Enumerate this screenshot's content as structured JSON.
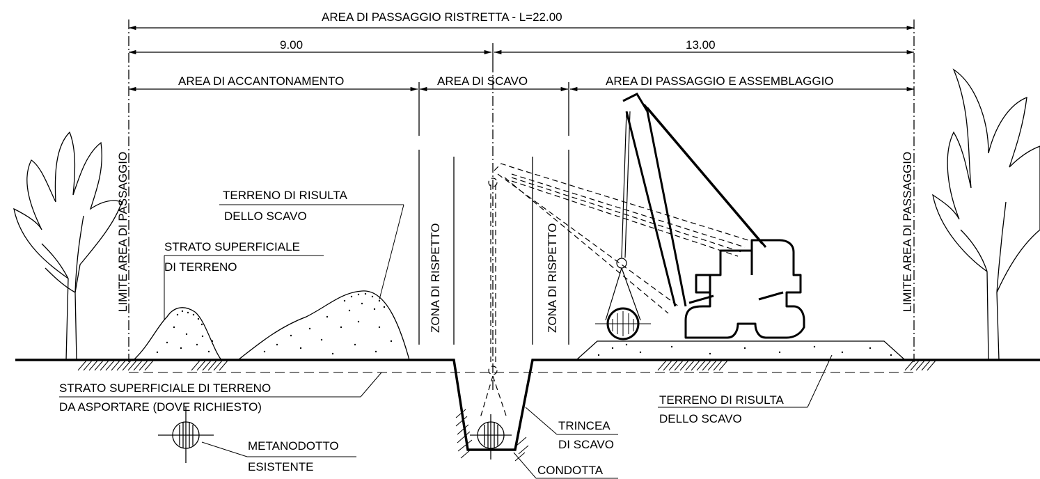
{
  "dimensions": {
    "total": "AREA DI PASSAGGIO RISTRETTA - L=22.00",
    "left": "9.00",
    "right": "13.00"
  },
  "areas": {
    "accantonamento": "AREA DI ACCANTONAMENTO",
    "scavo": "AREA DI SCAVO",
    "passaggio": "AREA DI PASSAGGIO E ASSEMBLAGGIO"
  },
  "limits": {
    "left": "LIMITE AREA DI PASSAGGIO",
    "right": "LIMITE AREA DI PASSAGGIO"
  },
  "zones": {
    "left": "ZONA DI RISPETTO",
    "right": "ZONA DI RISPETTO"
  },
  "callouts": {
    "terreno_risulta_1": "TERRENO DI RISULTA",
    "terreno_risulta_2": "DELLO SCAVO",
    "strato_1": "STRATO SUPERFICIALE",
    "strato_2": "DI TERRENO",
    "asporto_1": "STRATO SUPERFICIALE DI TERRENO",
    "asporto_2": "DA ASPORTARE (DOVE RICHIESTO)",
    "metanodotto_1": "METANODOTTO",
    "metanodotto_2": "ESISTENTE",
    "trincea_1": "TRINCEA",
    "trincea_2": "DI SCAVO",
    "condotta": "CONDOTTA",
    "risulta_dx_1": "TERRENO DI RISULTA",
    "risulta_dx_2": "DELLO SCAVO"
  }
}
